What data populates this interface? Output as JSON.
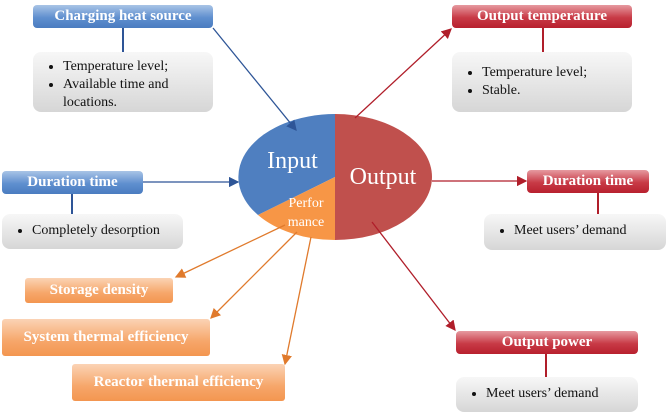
{
  "input": {
    "label": "Input",
    "color": "#4f7fc0",
    "nodes": [
      {
        "title": "Charging heat source",
        "bullets": [
          "Temperature level;",
          "Available time and locations."
        ]
      },
      {
        "title": "Duration time",
        "bullets": [
          "Completely desorption"
        ]
      }
    ]
  },
  "output": {
    "label": "Output",
    "color": "#c0504d",
    "nodes": [
      {
        "title": "Output temperature",
        "bullets": [
          "Temperature level;",
          "Stable."
        ]
      },
      {
        "title": "Duration time",
        "bullets": [
          "Meet users’ demand"
        ]
      },
      {
        "title": "Output power",
        "bullets": [
          "Meet users’ demand"
        ]
      }
    ]
  },
  "performance": {
    "label_line1": "Perfor",
    "label_line2": "mance",
    "color": "#f79646",
    "nodes": [
      "Storage density",
      "System thermal efficiency",
      "Reactor thermal efficiency"
    ]
  }
}
